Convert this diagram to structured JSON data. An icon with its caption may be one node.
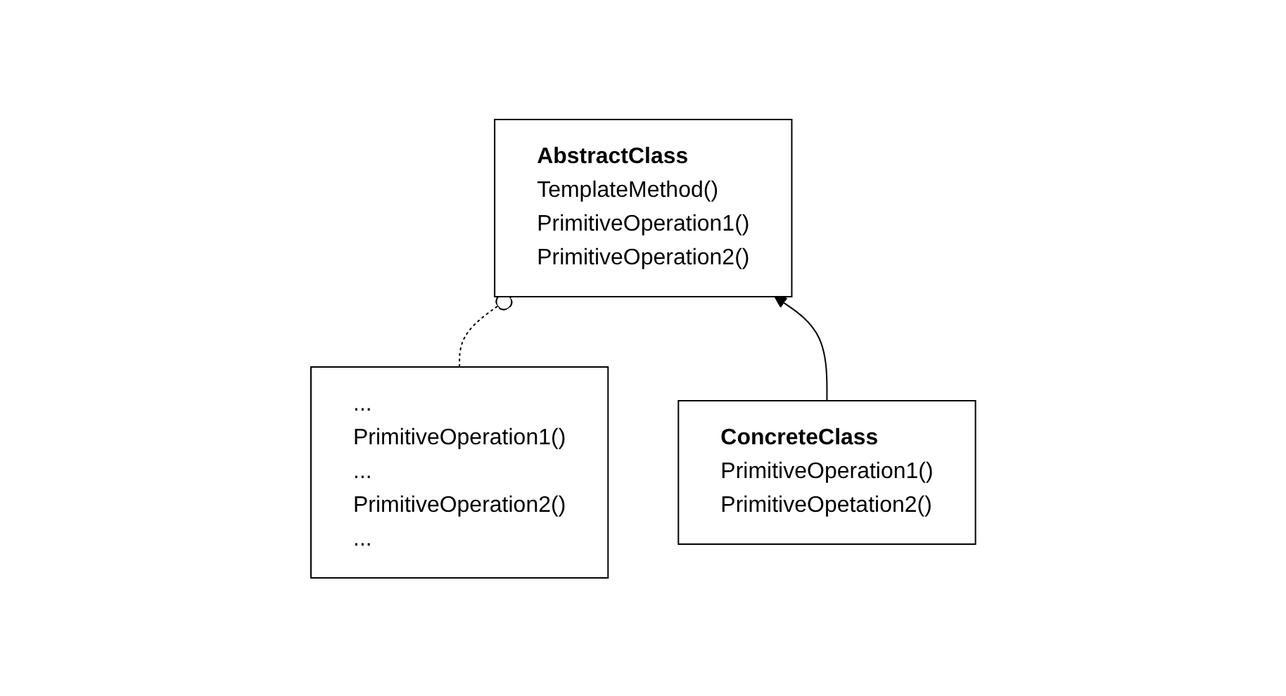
{
  "diagram": {
    "nodes": [
      {
        "text": [
          "AbstractClass",
          "TemplateMethod()",
          "PrimitiveOperation1()",
          "PrimitiveOperation2()"
        ]
      },
      {
        "text": [
          "...",
          "PrimitiveOperation1()",
          "...",
          "PrimitiveOperation2()",
          "..."
        ]
      },
      {
        "text": [
          "ConcreteClass",
          "PrimitiveOperation1()",
          "PrimitiveOpetation2()"
        ]
      }
    ],
    "edges": [
      {
        "from": 0,
        "to": 1,
        "arrow": "other",
        "style": "dashed"
      },
      {
        "from": 2,
        "to": 0,
        "arrow": "to"
      }
    ]
  }
}
